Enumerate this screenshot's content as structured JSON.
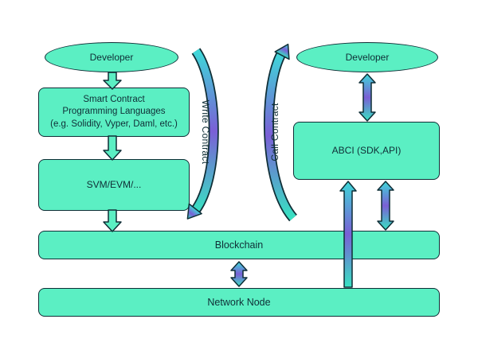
{
  "nodes": {
    "developer_left": "Developer",
    "developer_right": "Developer",
    "languages_lines": [
      "Smart Contract",
      "Programming Languages",
      "(e.g. Solidity, Vyper, Daml, etc.)"
    ],
    "vm": "SVM/EVM/...",
    "abci": "ABCI (SDK,API)",
    "blockchain": "Blockchain",
    "network_node": "Network Node"
  },
  "edges": {
    "write_contract": "Write Contract",
    "call_contract": "Call Contract"
  },
  "palette": {
    "node_fill": "#5BEFC3",
    "outline": "#0F2E36",
    "arrow_teal": "#3ED8D8",
    "arrow_purple": "#7A5FD6",
    "background": "#FFFFFF"
  }
}
